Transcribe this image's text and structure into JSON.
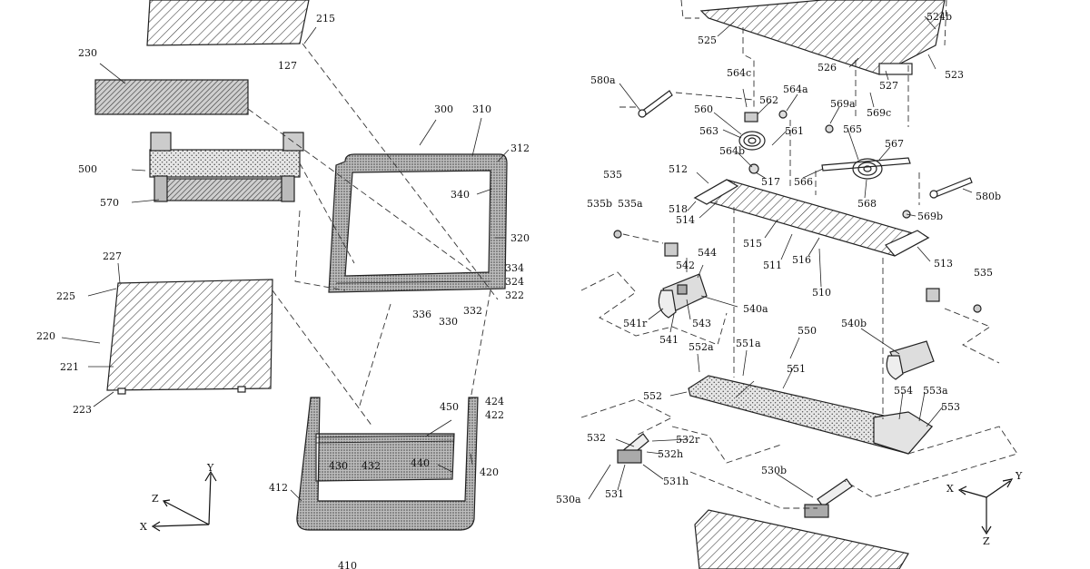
{
  "figure": {
    "labels": {
      "l215": "215",
      "l127": "127",
      "l230": "230",
      "l500": "500",
      "l570": "570",
      "l227": "227",
      "l225": "225",
      "l220": "220",
      "l221": "221",
      "l223": "223",
      "l300": "300",
      "l310": "310",
      "l312": "312",
      "l340": "340",
      "l320": "320",
      "l334": "334",
      "l324": "324",
      "l322": "322",
      "l336": "336",
      "l330": "330",
      "l332": "332",
      "l450": "450",
      "l424": "424",
      "l422": "422",
      "l430": "430",
      "l432": "432",
      "l440": "440",
      "l420": "420",
      "l412": "412",
      "l410": "410",
      "l525": "525",
      "l524b": "524b",
      "l526": "526",
      "l527": "527",
      "l523": "523",
      "l569c": "569c",
      "l580a": "580a",
      "l564c": "564c",
      "l564a": "564a",
      "l562": "562",
      "l560": "560",
      "l563": "563",
      "l561": "561",
      "l564b": "564b",
      "l517": "517",
      "l569a": "569a",
      "l565": "565",
      "l567": "567",
      "l566": "566",
      "l568": "568",
      "l580b": "580b",
      "l569b": "569b",
      "l535": "535",
      "l535b": "535b",
      "l535a": "535a",
      "l512": "512",
      "l518": "518",
      "l514": "514",
      "l515": "515",
      "l511": "511",
      "l516": "516",
      "l513": "513",
      "l510": "510",
      "l544": "544",
      "l542": "542",
      "l540a": "540a",
      "l541r": "541r",
      "l541": "541",
      "l543": "543",
      "l535r": "535",
      "l550": "550",
      "l540b": "540b",
      "l552a": "552a",
      "l551a": "551a",
      "l551": "551",
      "l552": "552",
      "l554": "554",
      "l553a": "553a",
      "l553": "553",
      "l532": "532",
      "l532r": "532r",
      "l532h": "532h",
      "l531h": "531h",
      "l531": "531",
      "l530a": "530a",
      "l530b": "530b"
    },
    "axes_left": {
      "y": "Y",
      "z": "Z",
      "x": "X"
    },
    "axes_right": {
      "x": "X",
      "y": "Y",
      "z": "Z"
    }
  }
}
